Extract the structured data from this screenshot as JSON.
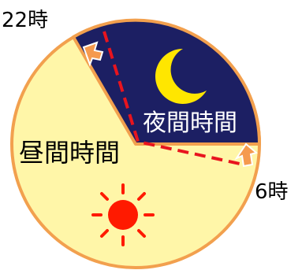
{
  "labels": {
    "time_22": "22時",
    "time_6": "6時",
    "night": "夜間時間",
    "day": "昼間時間"
  },
  "colors": {
    "day_fill": "#FFF6A8",
    "night_fill": "#1C1F63",
    "border": "#F2A04E",
    "moon": "#FFE600",
    "sun": "#FF1A00",
    "dashed_line": "#E8141E",
    "arrow": "#F59A4E"
  },
  "icons": {
    "night": "crescent-moon-icon",
    "day": "sun-icon"
  }
}
